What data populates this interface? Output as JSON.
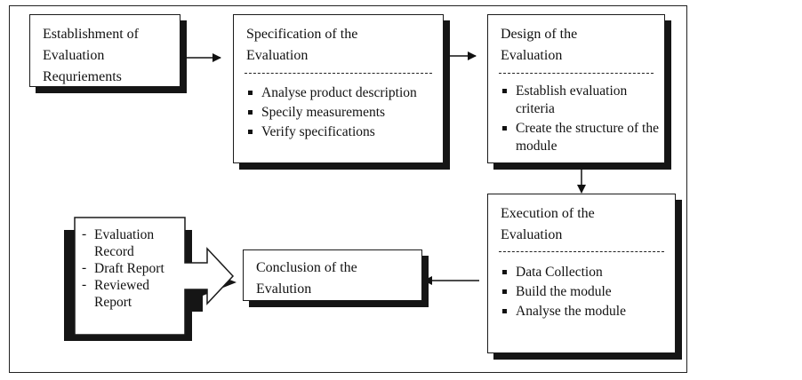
{
  "flow": {
    "establishment": {
      "title": "Establishment of Evaluation Requriements"
    },
    "specification": {
      "title": "Specification of  the Evaluation",
      "items": [
        "Analyse product description",
        "Specily measurements",
        "Verify specifications"
      ]
    },
    "design": {
      "title": "Design of the Evaluation",
      "items": [
        "Establish evaluation criteria",
        "Create the structure of the module"
      ]
    },
    "execution": {
      "title": "Execution of the Evaluation",
      "items": [
        "Data Collection",
        "Build the module",
        "Analyse the module"
      ]
    },
    "conclusion": {
      "title": "Conclusion of  the Evalution"
    },
    "outputs": {
      "items": [
        "Evaluation Record",
        "Draft Report",
        "Reviewed Report"
      ]
    }
  }
}
